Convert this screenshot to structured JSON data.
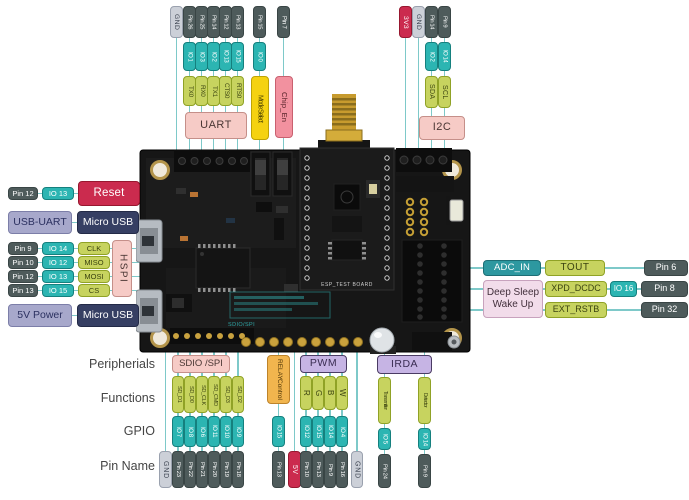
{
  "palette": {
    "line": "#7ec9c9",
    "pin_box": "#4e5b5b",
    "gnd_box": "#ccd0d8",
    "io_box": "#2cb5b2",
    "function_box": "#c7d35f",
    "group_box": "#f6cbc6",
    "power_box": "#cb2b4e",
    "mode_select_box": "#f5d211",
    "chip_en_box": "#f2919f",
    "usb_box": "#363f63",
    "label_box": "#a7a8cb",
    "pwm_irda_box": "#c6b4e4",
    "relay_box": "#f1b54e",
    "deep_sleep_box": "#f2dcea",
    "adc_box": "#2d98a0"
  },
  "board": {
    "silkscreen_module": "ESP_TEST BOARD",
    "silkscreen_sdio": "SDIO/SPI"
  },
  "top_left": {
    "gnd": "GND",
    "columns": [
      {
        "pin": "Pin 26",
        "io": "IO 1",
        "fn": "TX0"
      },
      {
        "pin": "Pin 25",
        "io": "IO 3",
        "fn": "RX0"
      },
      {
        "pin": "Pin 14",
        "io": "IO 2",
        "fn": "TX1"
      },
      {
        "pin": "Pin 12",
        "io": "IO 13",
        "fn": "CTS0"
      },
      {
        "pin": "Pin 13",
        "io": "IO 15",
        "fn": "RTS0"
      }
    ],
    "group": "UART",
    "mode_select": {
      "pin": "Pin 15",
      "io": "IO 0",
      "label": "Mode Select"
    },
    "chip_en": {
      "pin": "Pin 7",
      "label": "Chip_En"
    }
  },
  "top_right": {
    "power": "3V3",
    "gnd": "GND",
    "columns": [
      {
        "pin": "Pin 14",
        "io": "IO 2",
        "fn": "SDA"
      },
      {
        "pin": "Pin 9",
        "io": "IO 14",
        "fn": "SCL"
      }
    ],
    "group": "I2C"
  },
  "left": {
    "reset": {
      "pin": "Pin 12",
      "io": "IO 13",
      "label": "Reset"
    },
    "usb_uart": {
      "label": "USB-UART",
      "port": "Micro USB"
    },
    "hspi": {
      "group": "HSPI",
      "rows": [
        {
          "pin": "Pin 9",
          "io": "IO 14",
          "fn": "CLK"
        },
        {
          "pin": "Pin 10",
          "io": "IO 12",
          "fn": "MISO"
        },
        {
          "pin": "Pin 12",
          "io": "IO 13",
          "fn": "MOSI"
        },
        {
          "pin": "Pin 13",
          "io": "IO 15",
          "fn": "CS"
        }
      ]
    },
    "power": {
      "label": "5V Power",
      "port": "Micro USB"
    }
  },
  "right": {
    "adc": {
      "label": "ADC_IN",
      "fn": "TOUT",
      "pin": "Pin 6"
    },
    "deep_sleep": {
      "line1": "Deep Sleep",
      "line2": "Wake Up",
      "rows": [
        {
          "fn": "XPD_DCDC",
          "io": "IO 16",
          "pin": "Pin 8"
        },
        {
          "fn": "EXT_RSTB",
          "pin": "Pin 32"
        }
      ]
    }
  },
  "bottom": {
    "row_labels": [
      "Peripherials",
      "Functions",
      "GPIO",
      "Pin Name"
    ],
    "sdio": {
      "group": "SDIO /SPI",
      "gnd": "GND",
      "columns": [
        {
          "fn": "SD_D1",
          "io": "IO 7",
          "pin": "Pin 23"
        },
        {
          "fn": "SD_D0",
          "io": "IO 8",
          "pin": "Pin 22"
        },
        {
          "fn": "SD_CLK",
          "io": "IO 6",
          "pin": "Pin 21"
        },
        {
          "fn": "SD_CMD",
          "io": "IO 11",
          "pin": "Pin 20"
        },
        {
          "fn": "SD_D3",
          "io": "IO 10",
          "pin": "Pin 19"
        },
        {
          "fn": "SD_D2",
          "io": "IO 9",
          "pin": "Pin 18"
        }
      ]
    },
    "relay": {
      "line1": "RELAY",
      "line2": "Control",
      "io": "IO 15",
      "pin": "Pin 13"
    },
    "power5v": "5V",
    "pwm": {
      "group": "PWM",
      "gnd": "GND",
      "columns": [
        {
          "fn": "R",
          "io": "IO 12",
          "pin": "Pin 10"
        },
        {
          "fn": "G",
          "io": "IO 15",
          "pin": "Pin 13"
        },
        {
          "fn": "B",
          "io": "IO 14",
          "pin": "Pin 9"
        },
        {
          "fn": "W",
          "io": "IO 4",
          "pin": "Pin 16"
        }
      ]
    },
    "irda": {
      "group": "IRDA",
      "columns": [
        {
          "fn": "Transmitter",
          "io": "IO 5",
          "pin": "Pin 24"
        },
        {
          "fn": "Detector",
          "io": "IO 14",
          "pin": "Pin 9"
        }
      ]
    }
  }
}
